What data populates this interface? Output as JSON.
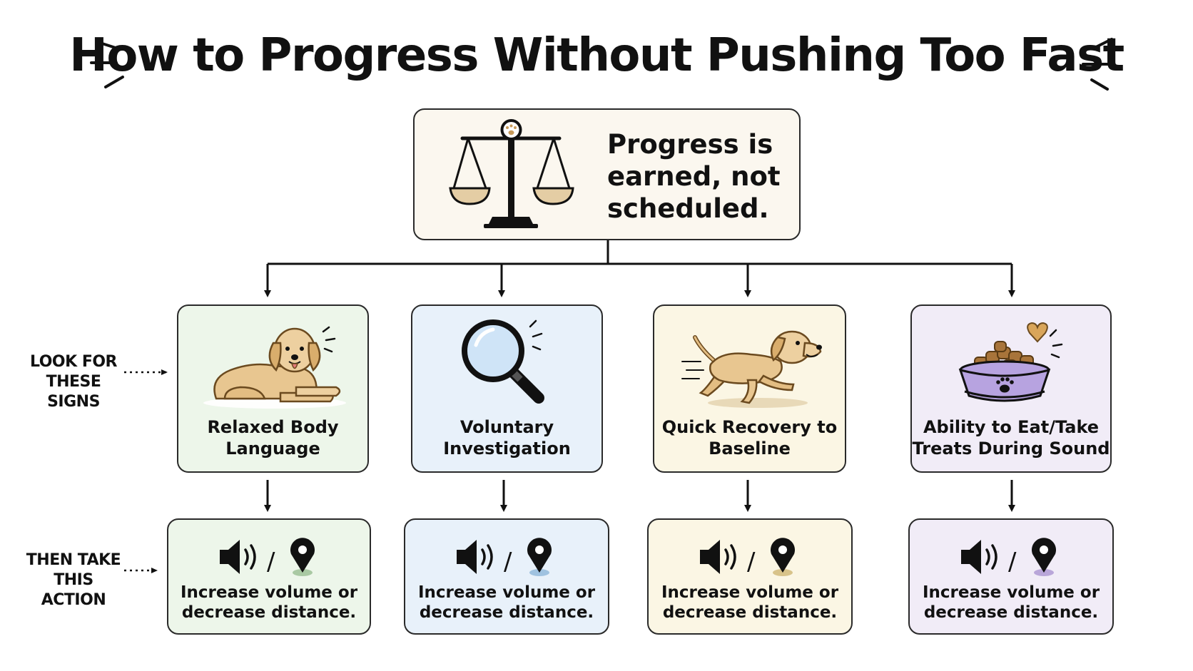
{
  "title": "How to Progress Without Pushing Too Fast",
  "principle": {
    "text": "Progress is earned, not scheduled.",
    "icon": "balance-scale-icon"
  },
  "side_labels": {
    "signs": "LOOK FOR THESE SIGNS",
    "action": "THEN TAKE THIS ACTION"
  },
  "signs": [
    {
      "label": "Relaxed Body Language",
      "icon": "relaxed-dog-icon",
      "color": "#edf6ea"
    },
    {
      "label": "Voluntary Investigation",
      "icon": "magnifying-glass-icon",
      "color": "#e8f1fa"
    },
    {
      "label": "Quick Recovery to Baseline",
      "icon": "running-dog-icon",
      "color": "#fbf6e4"
    },
    {
      "label": "Ability to Eat/Take Treats During Sound",
      "icon": "food-bowl-icon",
      "color": "#f1ecf7"
    }
  ],
  "actions": [
    {
      "text": "Increase volume or decrease distance.",
      "color": "#edf6ea",
      "pin_shadow": "#a9c9a3"
    },
    {
      "text": "Increase volume or decrease distance.",
      "color": "#e8f1fa",
      "pin_shadow": "#9fc2e0"
    },
    {
      "text": "Increase volume or decrease distance.",
      "color": "#fbf6e4",
      "pin_shadow": "#d8c38a"
    },
    {
      "text": "Increase volume or decrease distance.",
      "color": "#f1ecf7",
      "pin_shadow": "#b9a6d9"
    }
  ],
  "action_separator": "/"
}
